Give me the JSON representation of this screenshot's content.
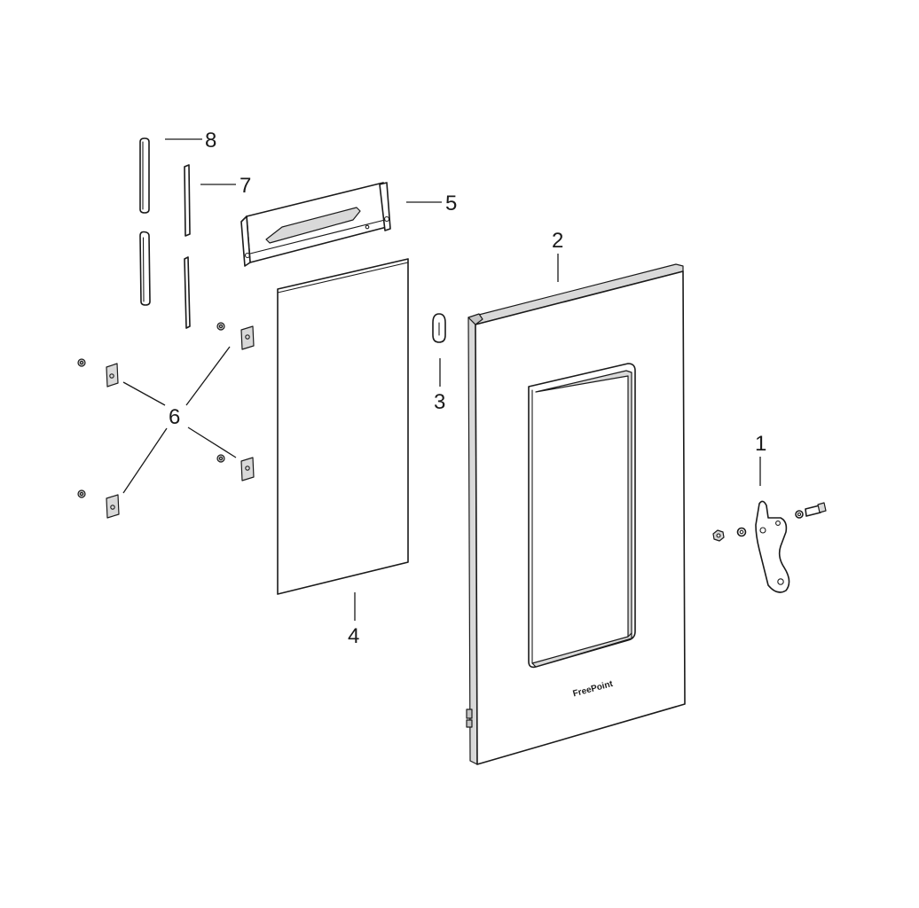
{
  "callouts": {
    "part_1": "1",
    "part_2": "2",
    "part_3": "3",
    "part_4": "4",
    "part_5": "5",
    "part_6": "6",
    "part_7": "7",
    "part_8": "8"
  },
  "door": {
    "logo_text": "FreePoint"
  }
}
